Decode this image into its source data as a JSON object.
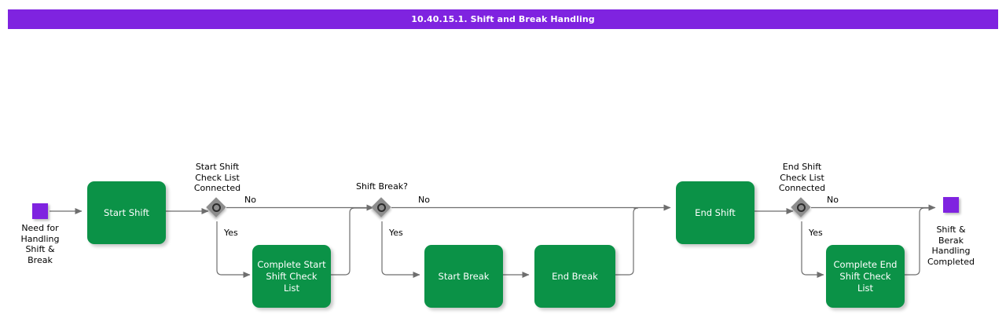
{
  "title_bar": {
    "text": "10.40.15.1. Shift and Break Handling",
    "background": "#7f23e0",
    "text_color": "#ffffff"
  },
  "palette": {
    "task_green": "#0b9247",
    "event_purple": "#7f23e0",
    "gateway_gray": "#8d8d8d",
    "connector_gray": "#6e6e6e",
    "canvas": "#ffffff"
  },
  "diagram": {
    "type": "bpmn-flowchart",
    "start_events": [
      {
        "name": "start-event-need-for-handling",
        "label": "Need for\nHandling\nShift &\nBreak"
      }
    ],
    "end_events": [
      {
        "name": "end-event-shift-break-handling-completed",
        "label": "Shift &\nBerak\nHandling\nCompleted"
      }
    ],
    "tasks": [
      {
        "name": "task-start-shift",
        "label": "Start Shift"
      },
      {
        "name": "task-complete-start-shift-check-list",
        "label": "Complete Start\nShift Check List"
      },
      {
        "name": "task-start-break",
        "label": "Start Break"
      },
      {
        "name": "task-end-break",
        "label": "End Break"
      },
      {
        "name": "task-end-shift",
        "label": "End Shift"
      },
      {
        "name": "task-complete-end-shift-check-list",
        "label": "Complete End\nShift Check List"
      }
    ],
    "gateways": [
      {
        "name": "gateway-start-shift-check-list-connected",
        "label": "Start Shift\nCheck List\nConnected"
      },
      {
        "name": "gateway-shift-break",
        "label": "Shift Break?"
      },
      {
        "name": "gateway-end-shift-check-list-connected",
        "label": "End Shift\nCheck List\nConnected"
      }
    ],
    "edge_labels": {
      "gw1_no": "No",
      "gw1_yes": "Yes",
      "gw2_no": "No",
      "gw2_yes": "Yes",
      "gw3_no": "No",
      "gw3_yes": "Yes"
    }
  }
}
